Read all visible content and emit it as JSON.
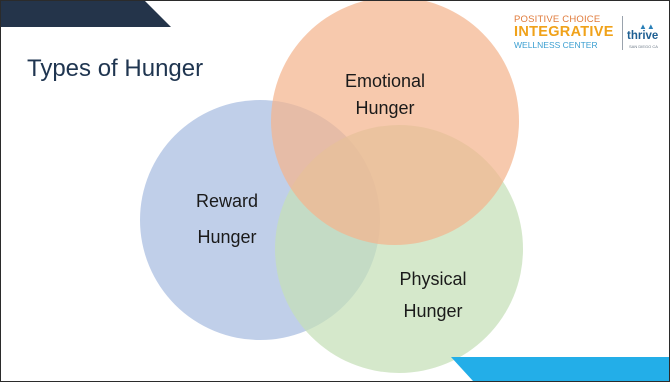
{
  "title": "Types of Hunger",
  "logo": {
    "line1": "POSITIVE CHOICE",
    "line2": "INTEGRATIVE",
    "line3": "WELLNESS CENTER",
    "partner": "thrive",
    "partner_sub": "SAN DIEGO CA"
  },
  "diagram": {
    "circles": [
      {
        "id": "emotional",
        "line1": "Emotional",
        "line2": "Hunger",
        "color": "#f4b48e"
      },
      {
        "id": "reward",
        "line1": "Reward",
        "line2": "Hunger",
        "color": "#a8bde0"
      },
      {
        "id": "physical",
        "line1": "Physical",
        "line2": "Hunger",
        "color": "#c5dfb7"
      }
    ]
  },
  "colors": {
    "title": "#1f3550",
    "top_accent": "#24344a",
    "bottom_accent": "#23aee8"
  }
}
